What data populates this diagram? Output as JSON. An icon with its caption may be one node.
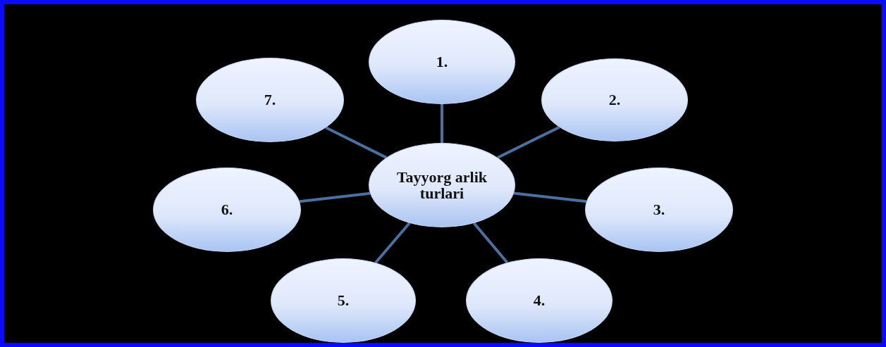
{
  "diagram": {
    "nodes": [
      {
        "text": [
          "Tayyorg arlik turlari"
        ]
      },
      {
        "text": [
          "1."
        ]
      },
      {
        "text": [
          "2."
        ]
      },
      {
        "text": [
          "3."
        ]
      },
      {
        "text": [
          "4."
        ]
      },
      {
        "text": [
          "5."
        ]
      },
      {
        "text": [
          "6."
        ]
      },
      {
        "text": [
          "7."
        ]
      }
    ],
    "edges": [
      {
        "from": 0,
        "to": 1,
        "arrow": "none"
      },
      {
        "from": 0,
        "to": 2,
        "arrow": "none"
      },
      {
        "from": 0,
        "to": 3,
        "arrow": "none"
      },
      {
        "from": 0,
        "to": 4,
        "arrow": "none"
      },
      {
        "from": 0,
        "to": 5,
        "arrow": "none"
      },
      {
        "from": 0,
        "to": 6,
        "arrow": "none"
      },
      {
        "from": 0,
        "to": 7,
        "arrow": "none"
      }
    ]
  }
}
